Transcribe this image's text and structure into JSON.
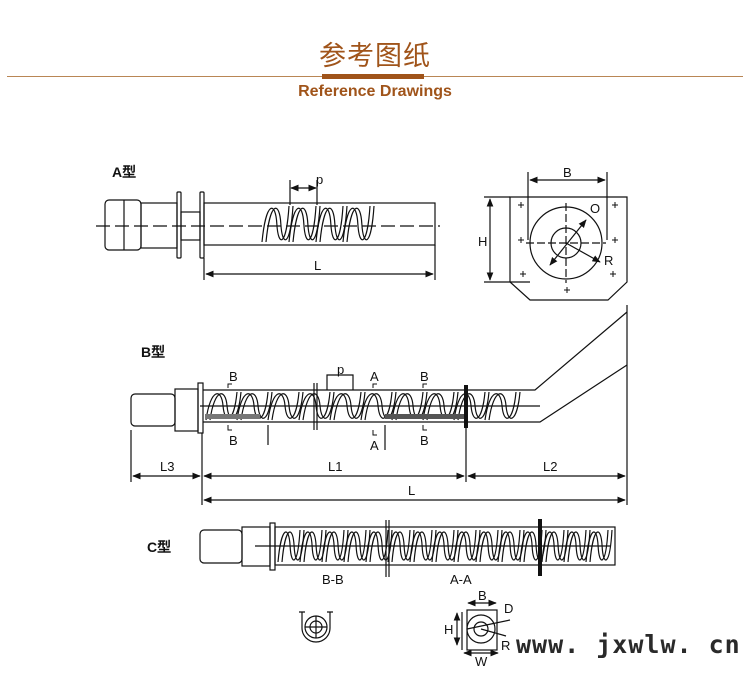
{
  "header": {
    "title": "参考图纸",
    "subtitle": "Reference Drawings",
    "accent_color": "#a0541a"
  },
  "drawing_a": {
    "label": "A型",
    "pitch": "p",
    "length": "L",
    "end_view": {
      "width": "B",
      "height": "H",
      "diameter": "O",
      "radius": "R"
    }
  },
  "drawing_b": {
    "label": "B型",
    "pitch": "p",
    "section_b": "B",
    "section_a": "A",
    "dim_l3": "L3",
    "dim_l1": "L1",
    "dim_l2": "L2",
    "dim_l": "L"
  },
  "drawing_c": {
    "label": "C型",
    "section_bb": "B-B",
    "section_aa": "A-A"
  },
  "section_view": {
    "width": "B",
    "diameter": "D",
    "height": "H",
    "radius": "R",
    "bottom_width": "W"
  },
  "watermark": "www. jxwlw. cn"
}
